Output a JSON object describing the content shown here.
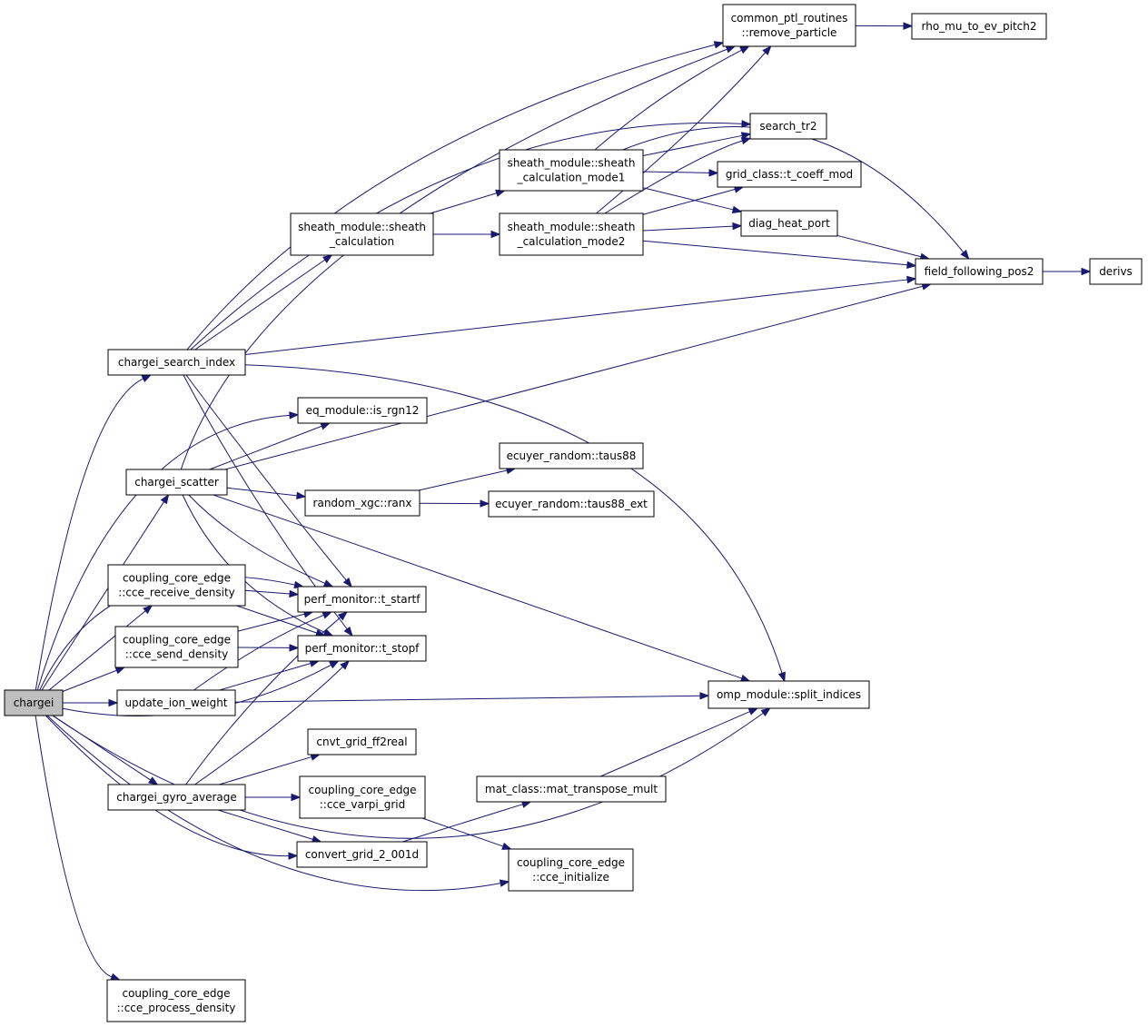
{
  "nodes": [
    {
      "id": "chargei",
      "lines": [
        "chargei"
      ],
      "root": true
    },
    {
      "id": "chargei_search_index",
      "lines": [
        "chargei_search_index"
      ]
    },
    {
      "id": "chargei_scatter",
      "lines": [
        "chargei_scatter"
      ]
    },
    {
      "id": "cce_receive_density",
      "lines": [
        "coupling_core_edge",
        "::cce_receive_density"
      ]
    },
    {
      "id": "cce_send_density",
      "lines": [
        "coupling_core_edge",
        "::cce_send_density"
      ]
    },
    {
      "id": "update_ion_weight",
      "lines": [
        "update_ion_weight"
      ]
    },
    {
      "id": "chargei_gyro_average",
      "lines": [
        "chargei_gyro_average"
      ]
    },
    {
      "id": "cce_process_density",
      "lines": [
        "coupling_core_edge",
        "::cce_process_density"
      ]
    },
    {
      "id": "remove_particle",
      "lines": [
        "common_ptl_routines",
        "::remove_particle"
      ]
    },
    {
      "id": "rho_mu_to_ev_pitch2",
      "lines": [
        "rho_mu_to_ev_pitch2"
      ]
    },
    {
      "id": "search_tr2",
      "lines": [
        "search_tr2"
      ]
    },
    {
      "id": "sheath_calculation_mode1",
      "lines": [
        "sheath_module::sheath",
        "_calculation_mode1"
      ]
    },
    {
      "id": "t_coeff_mod",
      "lines": [
        "grid_class::t_coeff_mod"
      ]
    },
    {
      "id": "sheath_calculation",
      "lines": [
        "sheath_module::sheath",
        "_calculation"
      ]
    },
    {
      "id": "sheath_calculation_mode2",
      "lines": [
        "sheath_module::sheath",
        "_calculation_mode2"
      ]
    },
    {
      "id": "diag_heat_port",
      "lines": [
        "diag_heat_port"
      ]
    },
    {
      "id": "field_following_pos2",
      "lines": [
        "field_following_pos2"
      ]
    },
    {
      "id": "derivs",
      "lines": [
        "derivs"
      ]
    },
    {
      "id": "is_rgn12",
      "lines": [
        "eq_module::is_rgn12"
      ]
    },
    {
      "id": "taus88",
      "lines": [
        "ecuyer_random::taus88"
      ]
    },
    {
      "id": "ranx",
      "lines": [
        "random_xgc::ranx"
      ]
    },
    {
      "id": "taus88_ext",
      "lines": [
        "ecuyer_random::taus88_ext"
      ]
    },
    {
      "id": "t_startf",
      "lines": [
        "perf_monitor::t_startf"
      ]
    },
    {
      "id": "t_stopf",
      "lines": [
        "perf_monitor::t_stopf"
      ]
    },
    {
      "id": "split_indices",
      "lines": [
        "omp_module::split_indices"
      ]
    },
    {
      "id": "cnvt_grid_ff2real",
      "lines": [
        "cnvt_grid_ff2real"
      ]
    },
    {
      "id": "cce_varpi_grid",
      "lines": [
        "coupling_core_edge",
        "::cce_varpi_grid"
      ]
    },
    {
      "id": "mat_transpose_mult",
      "lines": [
        "mat_class::mat_transpose_mult"
      ]
    },
    {
      "id": "convert_grid_2_001d",
      "lines": [
        "convert_grid_2_001d"
      ]
    },
    {
      "id": "cce_initialize",
      "lines": [
        "coupling_core_edge",
        "::cce_initialize"
      ]
    }
  ],
  "edges": [
    [
      "chargei",
      "chargei_search_index"
    ],
    [
      "chargei",
      "chargei_scatter"
    ],
    [
      "chargei",
      "cce_receive_density"
    ],
    [
      "chargei",
      "cce_send_density"
    ],
    [
      "chargei",
      "update_ion_weight"
    ],
    [
      "chargei",
      "chargei_gyro_average"
    ],
    [
      "chargei",
      "cce_process_density"
    ],
    [
      "chargei",
      "is_rgn12"
    ],
    [
      "chargei",
      "t_startf"
    ],
    [
      "chargei",
      "t_stopf"
    ],
    [
      "chargei",
      "convert_grid_2_001d"
    ],
    [
      "chargei",
      "cce_initialize"
    ],
    [
      "chargei",
      "split_indices"
    ],
    [
      "chargei_search_index",
      "remove_particle"
    ],
    [
      "chargei_search_index",
      "search_tr2"
    ],
    [
      "chargei_search_index",
      "sheath_calculation"
    ],
    [
      "chargei_search_index",
      "field_following_pos2"
    ],
    [
      "chargei_search_index",
      "split_indices"
    ],
    [
      "chargei_search_index",
      "t_startf"
    ],
    [
      "chargei_search_index",
      "t_stopf"
    ],
    [
      "chargei_scatter",
      "remove_particle"
    ],
    [
      "chargei_scatter",
      "is_rgn12"
    ],
    [
      "chargei_scatter",
      "field_following_pos2"
    ],
    [
      "chargei_scatter",
      "ranx"
    ],
    [
      "chargei_scatter",
      "t_startf"
    ],
    [
      "chargei_scatter",
      "t_stopf"
    ],
    [
      "chargei_scatter",
      "split_indices"
    ],
    [
      "cce_receive_density",
      "t_startf"
    ],
    [
      "cce_receive_density",
      "t_stopf"
    ],
    [
      "cce_send_density",
      "t_startf"
    ],
    [
      "cce_send_density",
      "t_stopf"
    ],
    [
      "update_ion_weight",
      "t_startf"
    ],
    [
      "update_ion_weight",
      "t_stopf"
    ],
    [
      "update_ion_weight",
      "split_indices"
    ],
    [
      "chargei_gyro_average",
      "t_startf"
    ],
    [
      "chargei_gyro_average",
      "t_stopf"
    ],
    [
      "chargei_gyro_average",
      "cnvt_grid_ff2real"
    ],
    [
      "chargei_gyro_average",
      "cce_varpi_grid"
    ],
    [
      "chargei_gyro_average",
      "convert_grid_2_001d"
    ],
    [
      "remove_particle",
      "rho_mu_to_ev_pitch2"
    ],
    [
      "sheath_calculation",
      "sheath_calculation_mode1"
    ],
    [
      "sheath_calculation",
      "sheath_calculation_mode2"
    ],
    [
      "sheath_calculation_mode1",
      "remove_particle"
    ],
    [
      "sheath_calculation_mode1",
      "search_tr2"
    ],
    [
      "sheath_calculation_mode1",
      "t_coeff_mod"
    ],
    [
      "sheath_calculation_mode1",
      "diag_heat_port"
    ],
    [
      "sheath_calculation_mode1",
      "field_following_pos2"
    ],
    [
      "sheath_calculation_mode2",
      "remove_particle"
    ],
    [
      "sheath_calculation_mode2",
      "search_tr2"
    ],
    [
      "sheath_calculation_mode2",
      "t_coeff_mod"
    ],
    [
      "sheath_calculation_mode2",
      "diag_heat_port"
    ],
    [
      "sheath_calculation_mode2",
      "field_following_pos2"
    ],
    [
      "diag_heat_port",
      "field_following_pos2"
    ],
    [
      "field_following_pos2",
      "derivs"
    ],
    [
      "ranx",
      "taus88"
    ],
    [
      "ranx",
      "taus88_ext"
    ],
    [
      "cce_varpi_grid",
      "cce_initialize"
    ],
    [
      "convert_grid_2_001d",
      "mat_transpose_mult"
    ],
    [
      "mat_transpose_mult",
      "split_indices"
    ]
  ]
}
